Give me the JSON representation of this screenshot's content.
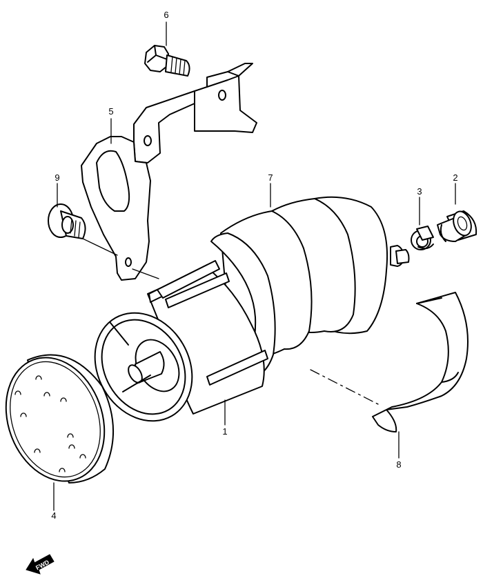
{
  "labels": {
    "p1": "1",
    "p2": "2",
    "p3": "3",
    "p4": "4",
    "p5": "5",
    "p6": "6",
    "p7": "7",
    "p8": "8",
    "p9": "9"
  },
  "fwd_badge": "FWD"
}
